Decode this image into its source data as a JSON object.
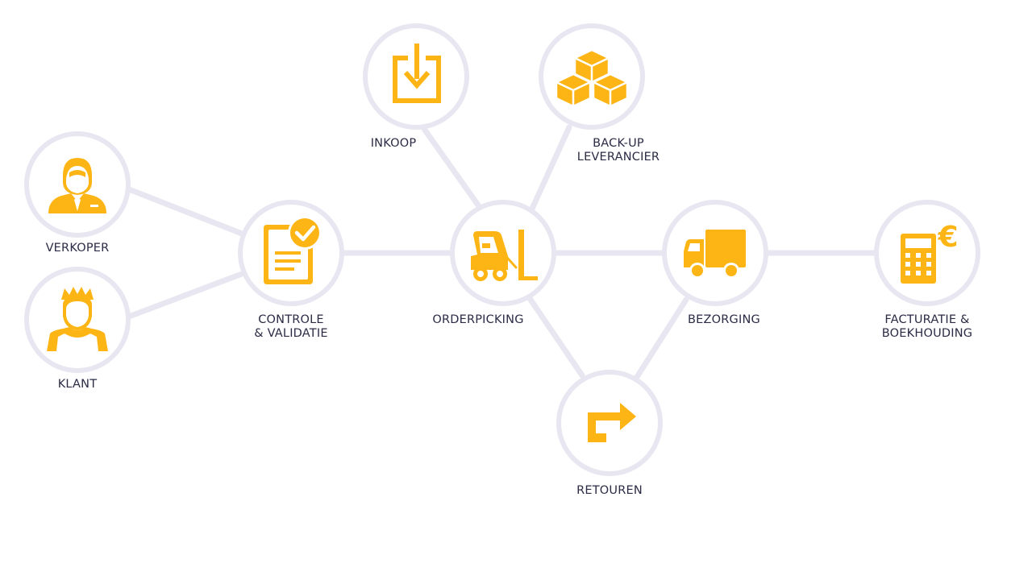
{
  "colors": {
    "accent": "#FDB515",
    "ring": "#E8E6F0",
    "connector": "#E8E6F0",
    "label": "#2B2B45"
  },
  "nodes": {
    "verkoper": {
      "lines": [
        "VERKOPER"
      ],
      "icon": "salesperson-icon"
    },
    "klant": {
      "lines": [
        "KLANT"
      ],
      "icon": "customer-icon"
    },
    "controle": {
      "lines": [
        "CONTROLE",
        "& VALIDATIE"
      ],
      "icon": "checked-document-icon"
    },
    "inkoop": {
      "lines": [
        "INKOOP"
      ],
      "icon": "download-tray-icon"
    },
    "backup": {
      "lines": [
        "BACK-UP",
        "LEVERANCIER"
      ],
      "icon": "boxes-icon"
    },
    "orderpicking": {
      "lines": [
        "ORDERPICKING"
      ],
      "icon": "forklift-icon"
    },
    "retouren": {
      "lines": [
        "RETOUREN"
      ],
      "icon": "return-arrow-icon"
    },
    "bezorging": {
      "lines": [
        "BEZORGING"
      ],
      "icon": "delivery-truck-icon"
    },
    "facturatie": {
      "lines": [
        "FACTURATIE &",
        "BOEKHOUDING"
      ],
      "icon": "calculator-euro-icon"
    }
  }
}
